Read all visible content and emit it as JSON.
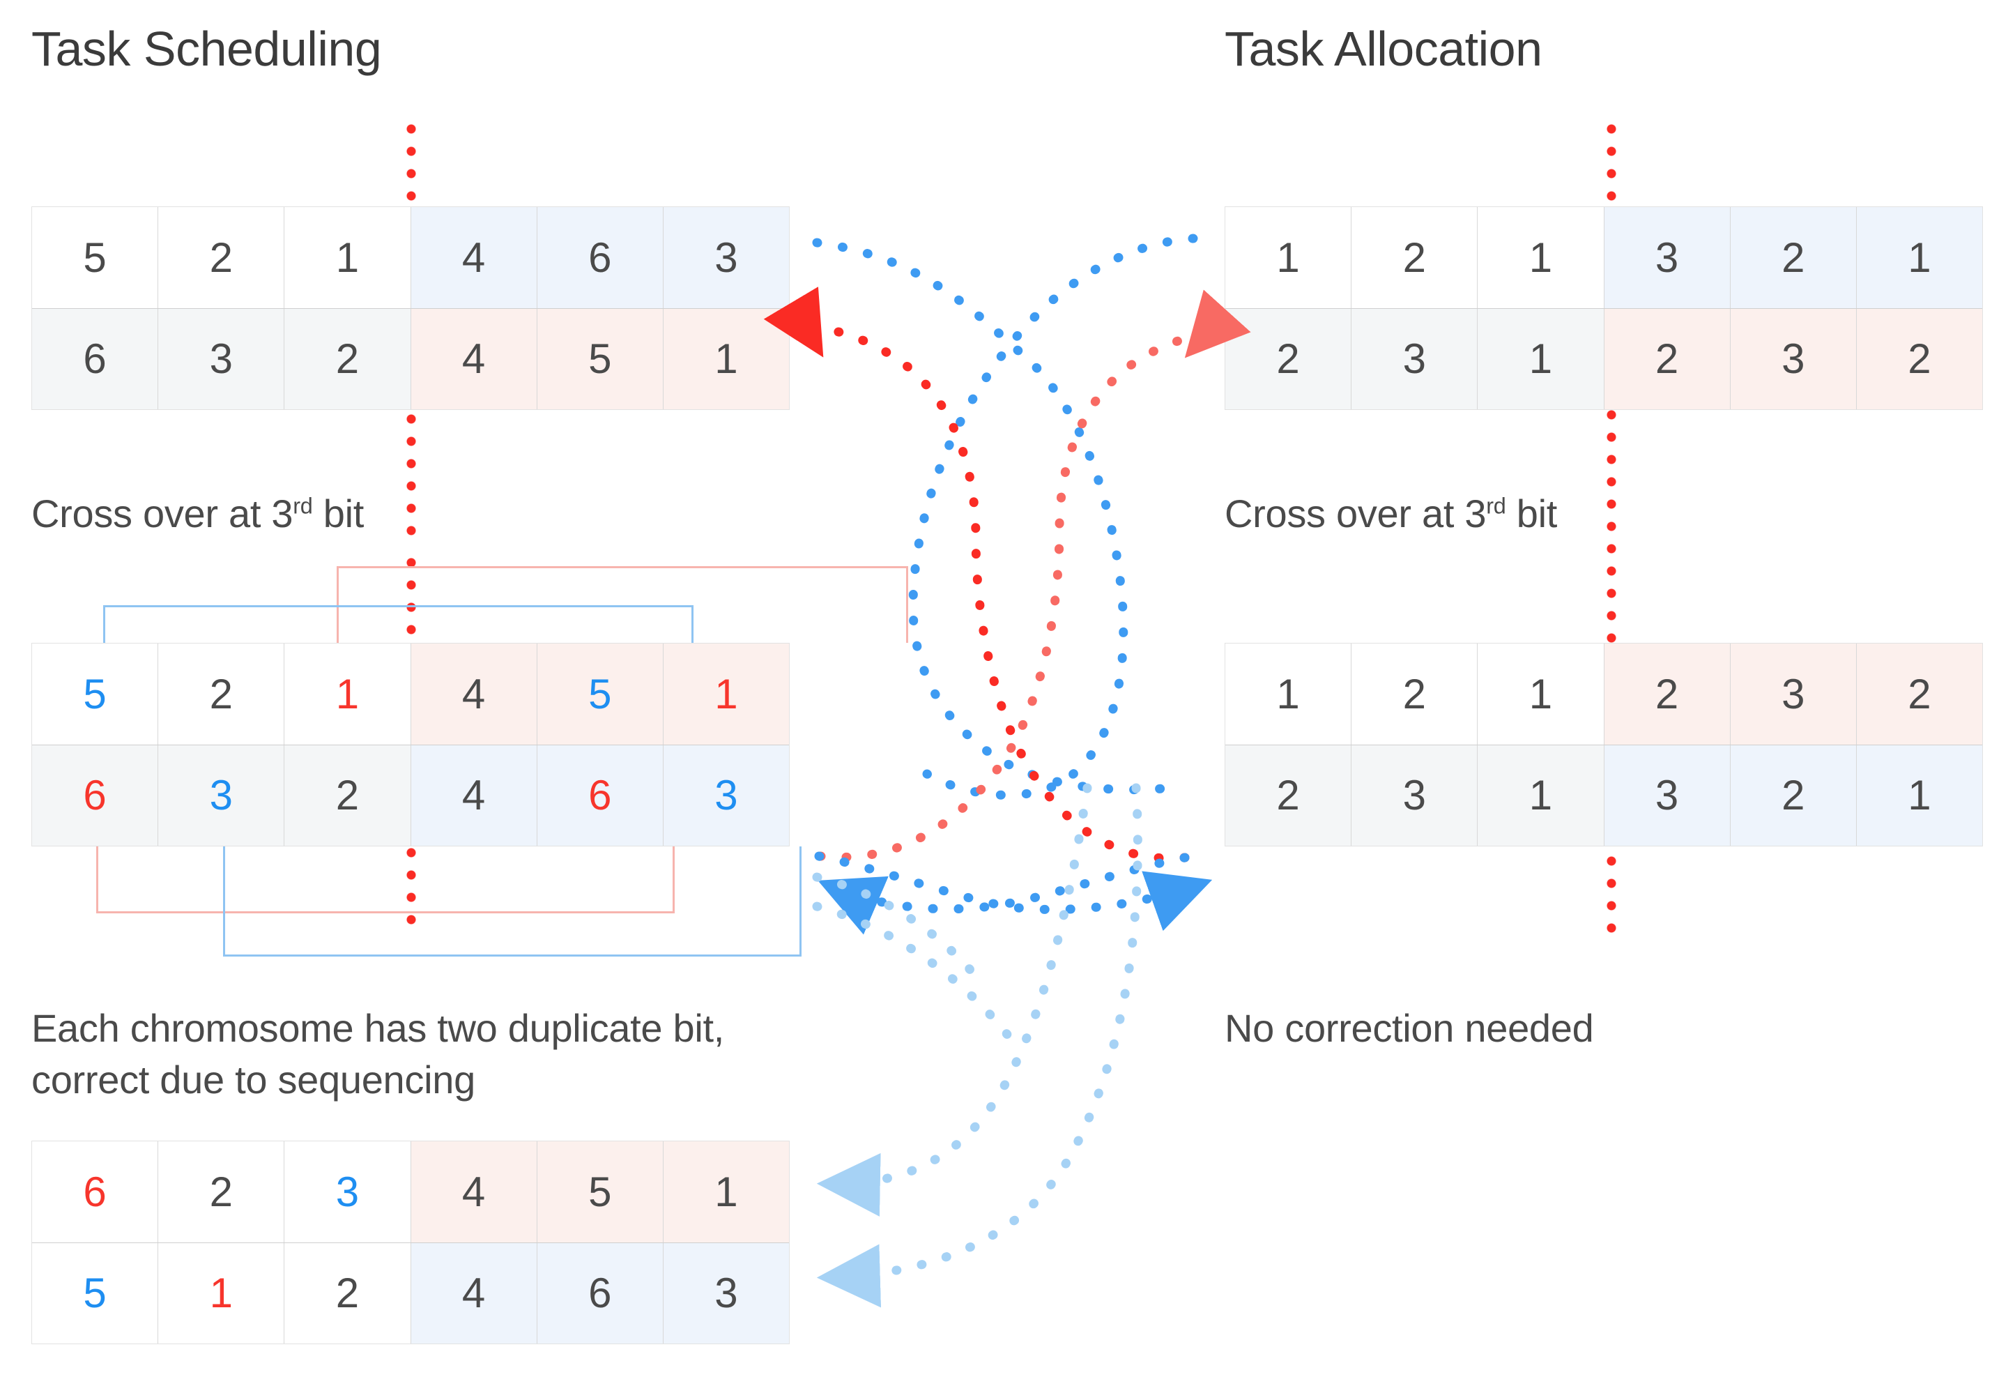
{
  "columns": {
    "left": {
      "title": "Task Scheduling",
      "crossover_caption": "Cross over at 3",
      "crossover_caption_sup": "rd",
      "crossover_caption_tail": " bit",
      "note_line1": "Each chromosome has two duplicate bit,",
      "note_line2": "correct due to sequencing"
    },
    "right": {
      "title": "Task Allocation",
      "crossover_caption": "Cross over at 3",
      "crossover_caption_sup": "rd",
      "crossover_caption_tail": " bit",
      "note_line1": "No correction needed",
      "note_line2": ""
    }
  },
  "colors": {
    "red": "#f7352c",
    "blue": "#1e8ef1",
    "light_blue": "#a6d2f5",
    "light_red": "#f98078",
    "cell_blue": "#eef4fc",
    "cell_pink": "#fcf0ed",
    "cell_grey": "#f4f6f7",
    "bracket_blue": "#8fc4f2",
    "bracket_pink": "#f7b4ae",
    "text": "#4a4a4a"
  },
  "crossover_point": 3,
  "tables": {
    "left_parents": {
      "rows": [
        {
          "cells": [
            {
              "value": "5",
              "color": "dark",
              "bg": "white"
            },
            {
              "value": "2",
              "color": "dark",
              "bg": "white"
            },
            {
              "value": "1",
              "color": "dark",
              "bg": "white"
            },
            {
              "value": "4",
              "color": "dark",
              "bg": "blue"
            },
            {
              "value": "6",
              "color": "dark",
              "bg": "blue"
            },
            {
              "value": "3",
              "color": "dark",
              "bg": "blue"
            }
          ]
        },
        {
          "cells": [
            {
              "value": "6",
              "color": "dark",
              "bg": "grey"
            },
            {
              "value": "3",
              "color": "dark",
              "bg": "grey"
            },
            {
              "value": "2",
              "color": "dark",
              "bg": "grey"
            },
            {
              "value": "4",
              "color": "dark",
              "bg": "pink"
            },
            {
              "value": "5",
              "color": "dark",
              "bg": "pink"
            },
            {
              "value": "1",
              "color": "dark",
              "bg": "pink"
            }
          ]
        }
      ]
    },
    "left_offspring": {
      "rows": [
        {
          "cells": [
            {
              "value": "5",
              "color": "blue",
              "bg": "white"
            },
            {
              "value": "2",
              "color": "dark",
              "bg": "white"
            },
            {
              "value": "1",
              "color": "red",
              "bg": "white"
            },
            {
              "value": "4",
              "color": "dark",
              "bg": "pink"
            },
            {
              "value": "5",
              "color": "blue",
              "bg": "pink"
            },
            {
              "value": "1",
              "color": "red",
              "bg": "pink"
            }
          ]
        },
        {
          "cells": [
            {
              "value": "6",
              "color": "red",
              "bg": "grey"
            },
            {
              "value": "3",
              "color": "blue",
              "bg": "grey"
            },
            {
              "value": "2",
              "color": "dark",
              "bg": "grey"
            },
            {
              "value": "4",
              "color": "dark",
              "bg": "blue"
            },
            {
              "value": "6",
              "color": "red",
              "bg": "blue"
            },
            {
              "value": "3",
              "color": "blue",
              "bg": "blue"
            }
          ]
        }
      ]
    },
    "left_corrected": {
      "rows": [
        {
          "cells": [
            {
              "value": "6",
              "color": "red",
              "bg": "white"
            },
            {
              "value": "2",
              "color": "dark",
              "bg": "white"
            },
            {
              "value": "3",
              "color": "blue",
              "bg": "white"
            },
            {
              "value": "4",
              "color": "dark",
              "bg": "pink"
            },
            {
              "value": "5",
              "color": "dark",
              "bg": "pink"
            },
            {
              "value": "1",
              "color": "dark",
              "bg": "pink"
            }
          ]
        },
        {
          "cells": [
            {
              "value": "5",
              "color": "blue",
              "bg": "white"
            },
            {
              "value": "1",
              "color": "red",
              "bg": "white"
            },
            {
              "value": "2",
              "color": "dark",
              "bg": "white"
            },
            {
              "value": "4",
              "color": "dark",
              "bg": "blue"
            },
            {
              "value": "6",
              "color": "dark",
              "bg": "blue"
            },
            {
              "value": "3",
              "color": "dark",
              "bg": "blue"
            }
          ]
        }
      ]
    },
    "right_parents": {
      "rows": [
        {
          "cells": [
            {
              "value": "1",
              "color": "dark",
              "bg": "white"
            },
            {
              "value": "2",
              "color": "dark",
              "bg": "white"
            },
            {
              "value": "1",
              "color": "dark",
              "bg": "white"
            },
            {
              "value": "3",
              "color": "dark",
              "bg": "blue"
            },
            {
              "value": "2",
              "color": "dark",
              "bg": "blue"
            },
            {
              "value": "1",
              "color": "dark",
              "bg": "blue"
            }
          ]
        },
        {
          "cells": [
            {
              "value": "2",
              "color": "dark",
              "bg": "grey"
            },
            {
              "value": "3",
              "color": "dark",
              "bg": "grey"
            },
            {
              "value": "1",
              "color": "dark",
              "bg": "grey"
            },
            {
              "value": "2",
              "color": "dark",
              "bg": "pink"
            },
            {
              "value": "3",
              "color": "dark",
              "bg": "pink"
            },
            {
              "value": "2",
              "color": "dark",
              "bg": "pink"
            }
          ]
        }
      ]
    },
    "right_offspring": {
      "rows": [
        {
          "cells": [
            {
              "value": "1",
              "color": "dark",
              "bg": "white"
            },
            {
              "value": "2",
              "color": "dark",
              "bg": "white"
            },
            {
              "value": "1",
              "color": "dark",
              "bg": "white"
            },
            {
              "value": "2",
              "color": "dark",
              "bg": "pink"
            },
            {
              "value": "3",
              "color": "dark",
              "bg": "pink"
            },
            {
              "value": "2",
              "color": "dark",
              "bg": "pink"
            }
          ]
        },
        {
          "cells": [
            {
              "value": "2",
              "color": "dark",
              "bg": "grey"
            },
            {
              "value": "3",
              "color": "dark",
              "bg": "grey"
            },
            {
              "value": "1",
              "color": "dark",
              "bg": "grey"
            },
            {
              "value": "3",
              "color": "dark",
              "bg": "blue"
            },
            {
              "value": "2",
              "color": "dark",
              "bg": "blue"
            },
            {
              "value": "1",
              "color": "dark",
              "bg": "blue"
            }
          ]
        }
      ]
    }
  }
}
